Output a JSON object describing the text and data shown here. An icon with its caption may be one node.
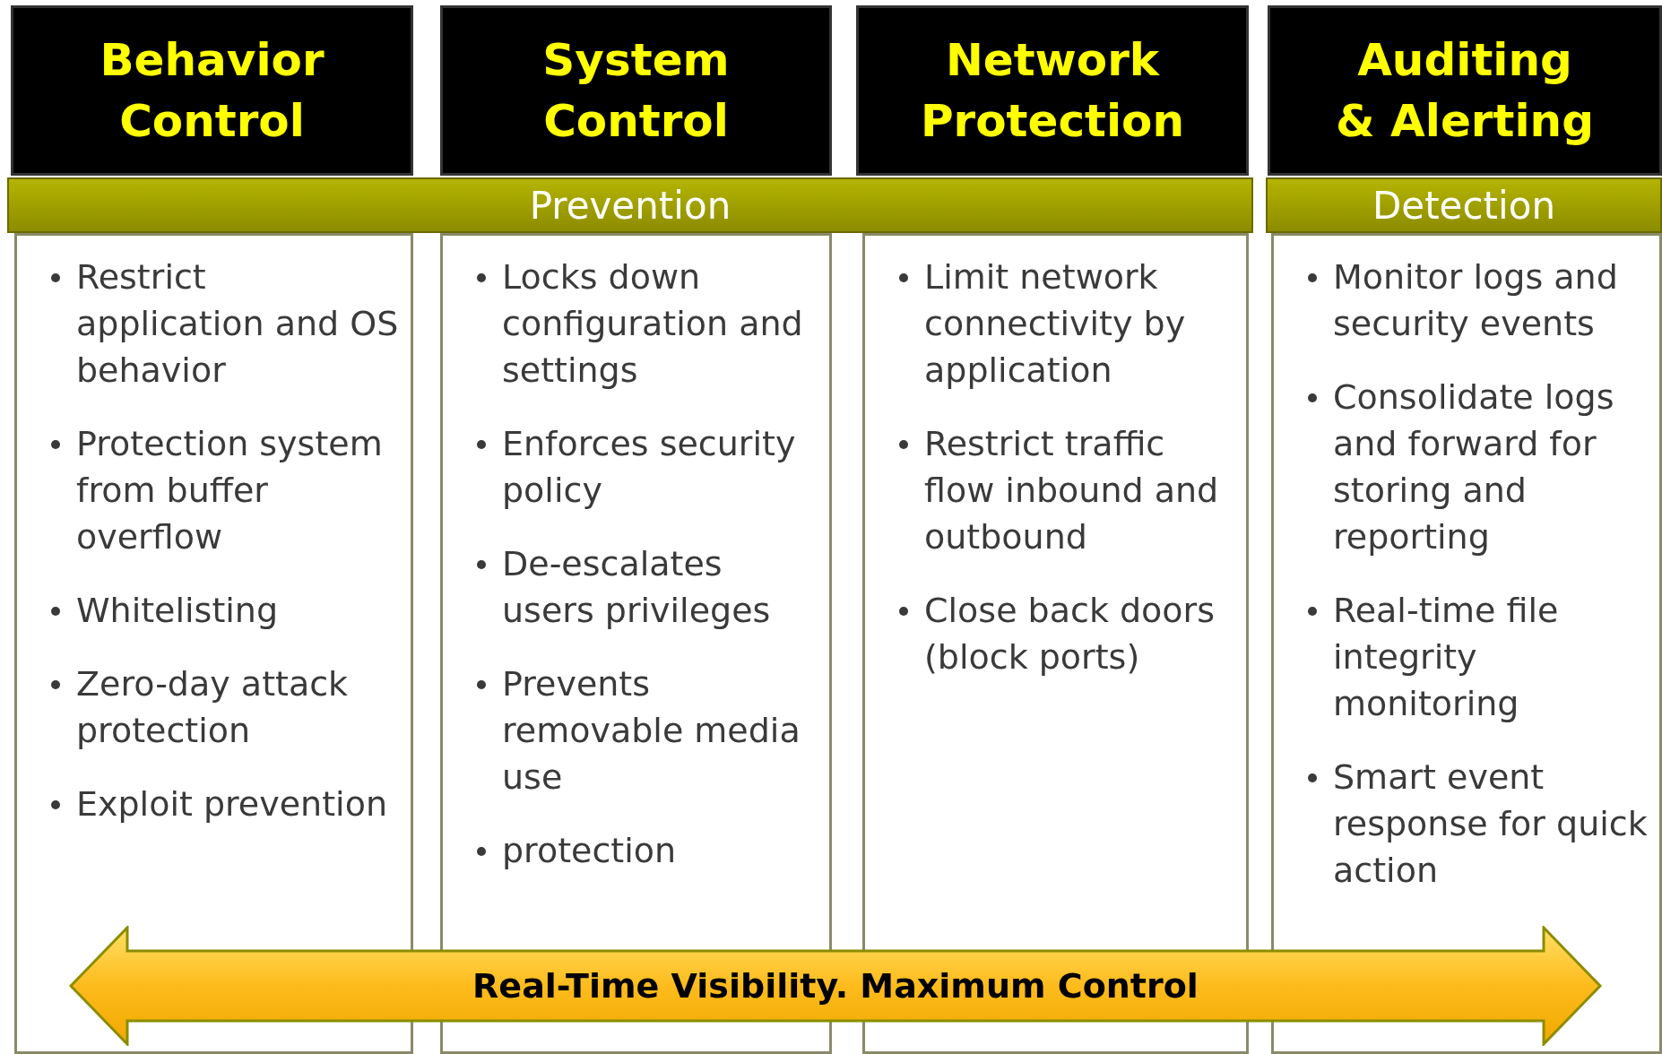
{
  "diagram": {
    "nodes": [
      {
        "text": [
          "Behavior Control"
        ]
      },
      {
        "text": [
          "System Control"
        ]
      },
      {
        "text": [
          "Network Protection"
        ]
      },
      {
        "text": [
          "Auditing & Alerting"
        ]
      },
      {
        "text": [
          "Prevention"
        ]
      },
      {
        "text": [
          "Detection"
        ]
      },
      {
        "text": [
          "Restrict application and OS behavior",
          "Protection system from buffer overflow",
          "Whitelisting",
          "Zero-day attack protection",
          "Exploit prevention"
        ]
      },
      {
        "text": [
          "Locks down configuration and settings",
          "Enforces security policy",
          "De-escalates users privileges",
          "Prevents removable media use",
          "protection"
        ]
      },
      {
        "text": [
          "Limit network connectivity by application",
          "Restrict traffic flow inbound and outbound",
          "Close back doors (block ports)"
        ]
      },
      {
        "text": [
          "Monitor logs and security events",
          "Consolidate logs and forward for storing and reporting",
          "Real-time file integrity monitoring",
          "Smart event response for quick action"
        ]
      },
      {
        "text": [
          "Real-Time Visibility. Maximum Control"
        ]
      }
    ],
    "edges": []
  }
}
